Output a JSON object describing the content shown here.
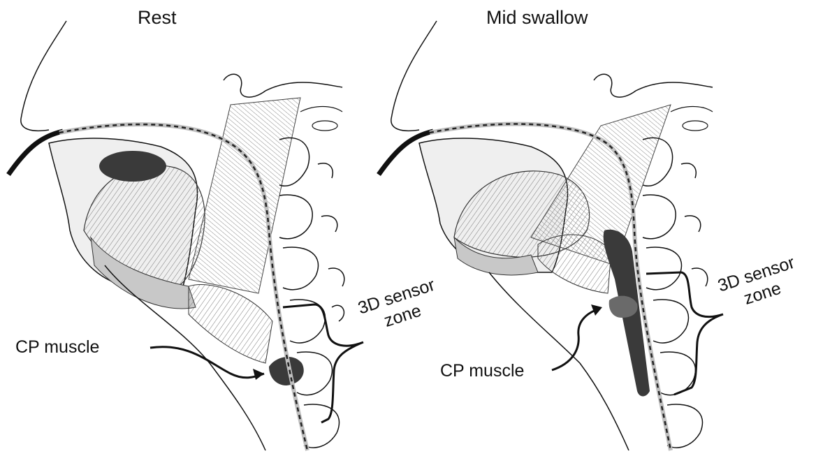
{
  "panels": [
    {
      "title": "Rest"
    },
    {
      "title": "Mid swallow"
    }
  ],
  "labels": {
    "cp_muscle_left": "CP muscle",
    "cp_muscle_right": "CP muscle",
    "sensor_zone_left_line1": "3D sensor",
    "sensor_zone_left_line2": "zone",
    "sensor_zone_right_line1": "3D sensor",
    "sensor_zone_right_line2": "zone"
  },
  "colors": {
    "ink": "#111111",
    "tissue_fill": "#e8e8e8",
    "muscle_fill": "#bdbdbd",
    "dark_fill": "#3a3a3a",
    "catheter_light": "#bfbfbf",
    "catheter_dark": "#222222"
  }
}
